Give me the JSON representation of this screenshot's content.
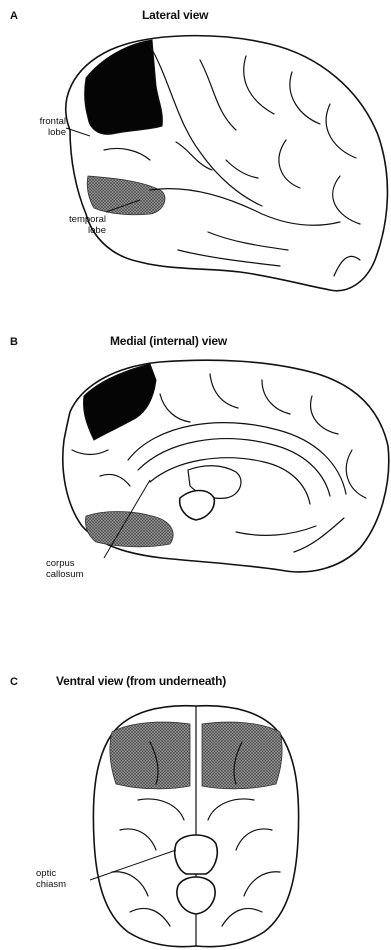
{
  "panels": [
    {
      "letter": "A",
      "title": "Lateral view",
      "labels": {
        "frontal": [
          "frontal",
          "lobe"
        ],
        "temporal": [
          "temporal",
          "lobe"
        ]
      }
    },
    {
      "letter": "B",
      "title": "Medial (internal) view",
      "labels": {
        "corpus": [
          "corpus",
          "callosum"
        ]
      }
    },
    {
      "letter": "C",
      "title": "Ventral view (from underneath)",
      "labels": {
        "optic": [
          "optic",
          "chiasm"
        ]
      }
    }
  ]
}
